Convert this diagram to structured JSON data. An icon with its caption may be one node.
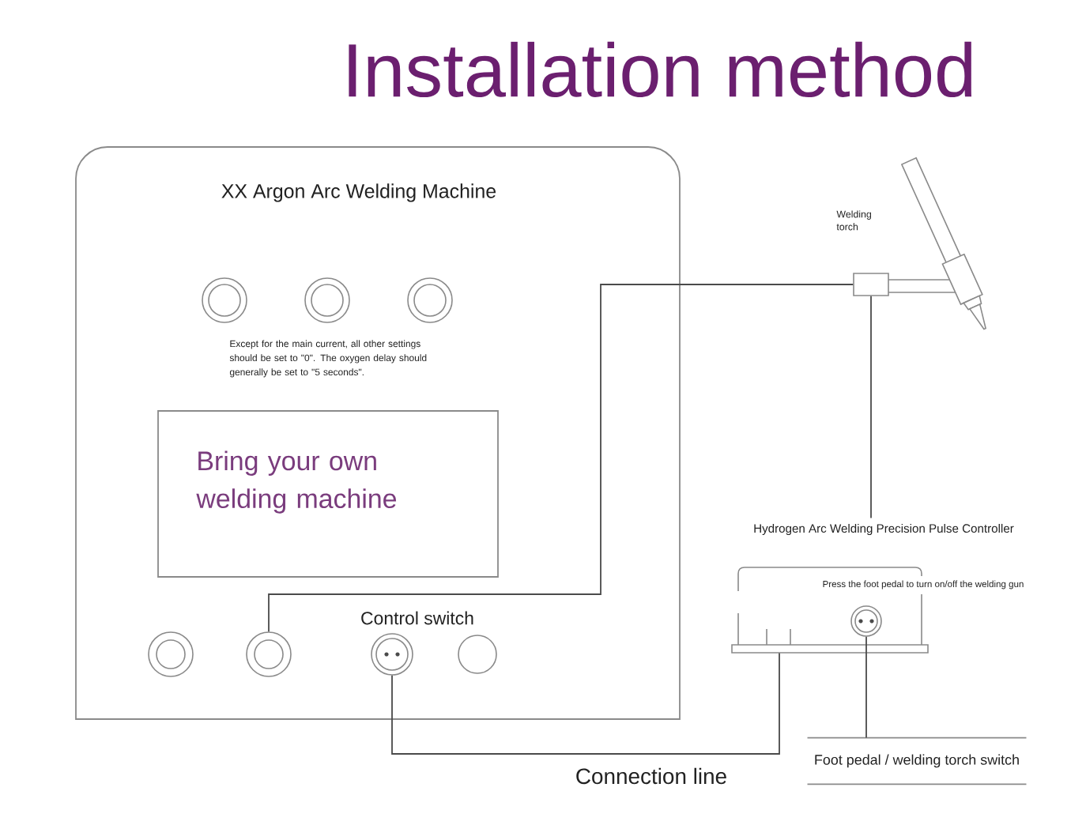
{
  "diagram": {
    "title": "Installation method",
    "nodes": [
      {
        "text": [
          "XX Argon Arc Welding Machine",
          "Except for the main current, all other settings should be set to \"0\". The oxygen delay should generally be set to \"5 seconds\"."
        ]
      },
      {
        "text": [
          "Bring your own welding machine"
        ],
        "in": 0
      },
      {
        "text": [],
        "shape": "circle",
        "in": 0
      },
      {
        "text": [],
        "shape": "circle",
        "in": 0
      },
      {
        "text": [
          "Control switch"
        ],
        "in": 0
      },
      {
        "text": [],
        "shape": "circle",
        "in": 0
      },
      {
        "text": [],
        "shape": "box"
      },
      {
        "text": [
          "Hydrogen Arc Welding Precision Pulse Controller",
          "Press the foot pedal to turn on/off the welding gun"
        ]
      },
      {
        "text": [],
        "shape": "circle",
        "in": 7
      },
      {
        "text": [
          "Foot pedal / welding torch switch"
        ]
      }
    ],
    "edges": [
      {
        "from": 3,
        "to": 6,
        "arrow": "none"
      },
      {
        "from": 6,
        "to": 7,
        "arrow": "none"
      },
      {
        "from": 4,
        "to": 7,
        "arrow": "none",
        "label": "Connection line"
      },
      {
        "from": 8,
        "to": 9,
        "arrow": "none"
      }
    ],
    "labels": [
      "Welding torch"
    ]
  }
}
